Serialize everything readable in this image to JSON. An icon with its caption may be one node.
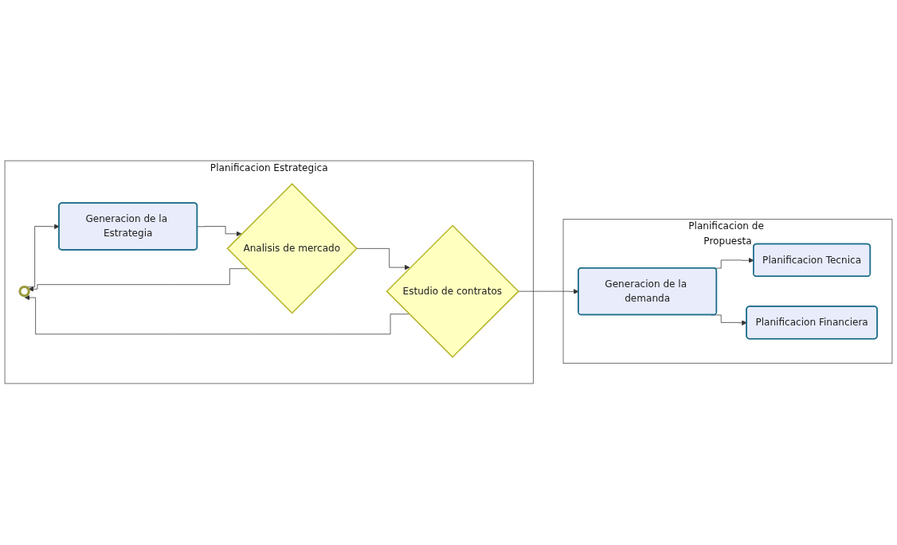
{
  "diagram": {
    "nodes": [
      {
        "text": [
          "Planificacion Estrategica"
        ]
      },
      {
        "text": [],
        "shape": "circle",
        "in": 0
      },
      {
        "text": [
          "Generacion de la Estrategia"
        ],
        "in": 0
      },
      {
        "text": [
          "Analisis de mercado"
        ],
        "in": 0
      },
      {
        "text": [
          "Estudio de contratos"
        ],
        "in": 0
      },
      {
        "text": [
          "Planificacion de Propuesta"
        ]
      },
      {
        "text": [
          "Generacion de la demanda"
        ],
        "in": 5
      },
      {
        "text": [
          "Planificacion Tecnica"
        ],
        "in": 5
      },
      {
        "text": [
          "Planificacion Financiera"
        ],
        "in": 5
      }
    ],
    "edges": [
      {
        "from": 1,
        "to": 2,
        "arrow": "to"
      },
      {
        "from": 2,
        "to": 3,
        "arrow": "to"
      },
      {
        "from": 3,
        "to": 4,
        "arrow": "to"
      },
      {
        "from": 3,
        "to": 1,
        "arrow": "to"
      },
      {
        "from": 4,
        "to": 1,
        "arrow": "to"
      },
      {
        "from": 4,
        "to": 6,
        "arrow": "to"
      },
      {
        "from": 6,
        "to": 7,
        "arrow": "to"
      },
      {
        "from": 6,
        "to": 8,
        "arrow": "to"
      }
    ]
  }
}
